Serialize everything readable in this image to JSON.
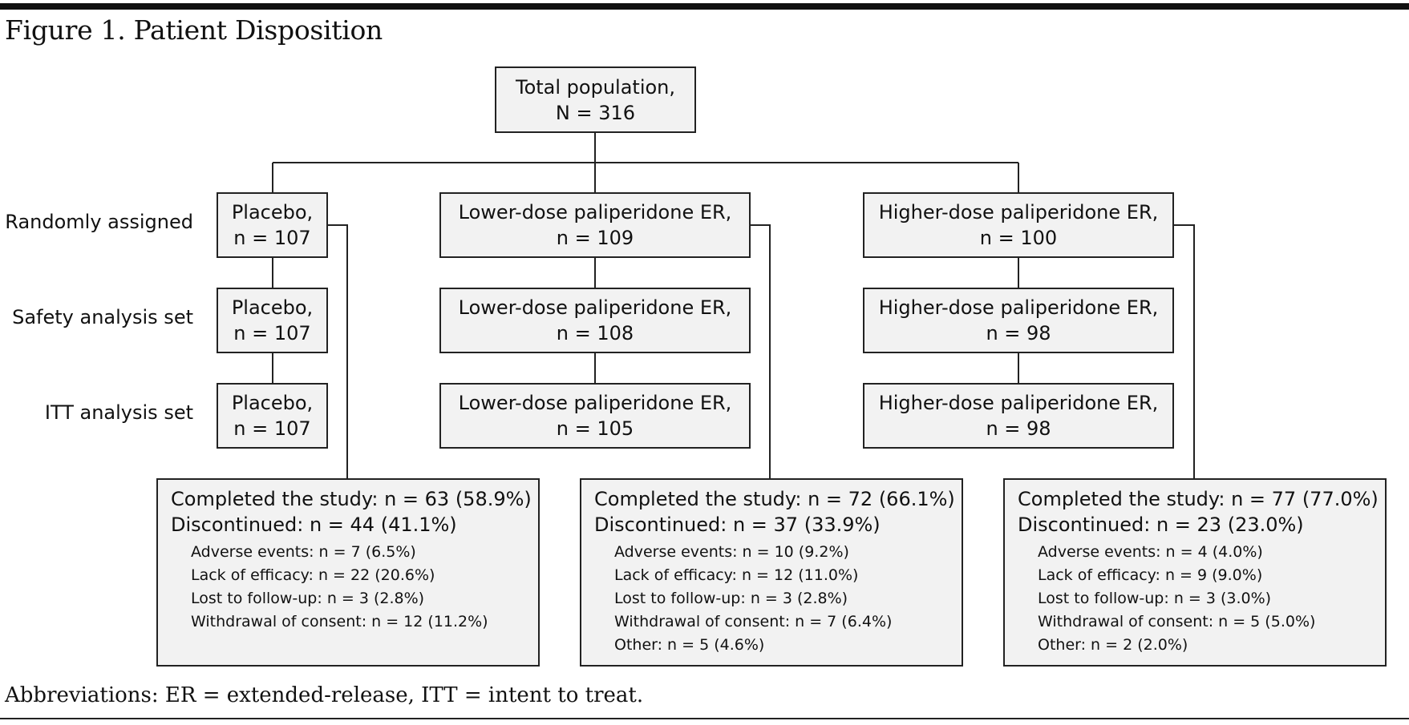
{
  "figure": {
    "title": "Figure 1. Patient Disposition",
    "footnote": "Abbreviations: ER = extended-release, ITT = intent to treat."
  },
  "total": {
    "line1": "Total population,",
    "line2": "N = 316"
  },
  "row_labels": {
    "randomized": "Randomly assigned",
    "safety": "Safety analysis set",
    "itt": "ITT analysis set"
  },
  "arms": [
    {
      "randomized": {
        "line1": "Placebo,",
        "line2": "n = 107"
      },
      "safety": {
        "line1": "Placebo,",
        "line2": "n = 107"
      },
      "itt": {
        "line1": "Placebo,",
        "line2": "n = 107"
      },
      "outcome": {
        "completed": "Completed the study: n = 63 (58.9%)",
        "discontinued": "Discontinued: n = 44 (41.1%)",
        "reasons": [
          "Adverse events: n = 7 (6.5%)",
          "Lack of efficacy: n = 22 (20.6%)",
          "Lost to follow-up: n = 3 (2.8%)",
          "Withdrawal of consent: n = 12 (11.2%)"
        ]
      }
    },
    {
      "randomized": {
        "line1": "Lower-dose paliperidone ER,",
        "line2": "n = 109"
      },
      "safety": {
        "line1": "Lower-dose paliperidone ER,",
        "line2": "n = 108"
      },
      "itt": {
        "line1": "Lower-dose paliperidone ER,",
        "line2": "n = 105"
      },
      "outcome": {
        "completed": "Completed the study: n = 72 (66.1%)",
        "discontinued": "Discontinued: n = 37 (33.9%)",
        "reasons": [
          "Adverse events: n = 10 (9.2%)",
          "Lack of efficacy: n = 12 (11.0%)",
          "Lost to follow-up: n = 3 (2.8%)",
          "Withdrawal of consent: n = 7 (6.4%)",
          "Other: n = 5 (4.6%)"
        ]
      }
    },
    {
      "randomized": {
        "line1": "Higher-dose paliperidone ER,",
        "line2": "n = 100"
      },
      "safety": {
        "line1": "Higher-dose paliperidone ER,",
        "line2": "n = 98"
      },
      "itt": {
        "line1": "Higher-dose paliperidone ER,",
        "line2": "n = 98"
      },
      "outcome": {
        "completed": "Completed the study: n = 77 (77.0%)",
        "discontinued": "Discontinued: n = 23 (23.0%)",
        "reasons": [
          "Adverse events: n = 4 (4.0%)",
          "Lack of efficacy: n = 9 (9.0%)",
          "Lost to follow-up: n = 3 (3.0%)",
          "Withdrawal of consent: n = 5 (5.0%)",
          "Other: n = 2 (2.0%)"
        ]
      }
    }
  ]
}
